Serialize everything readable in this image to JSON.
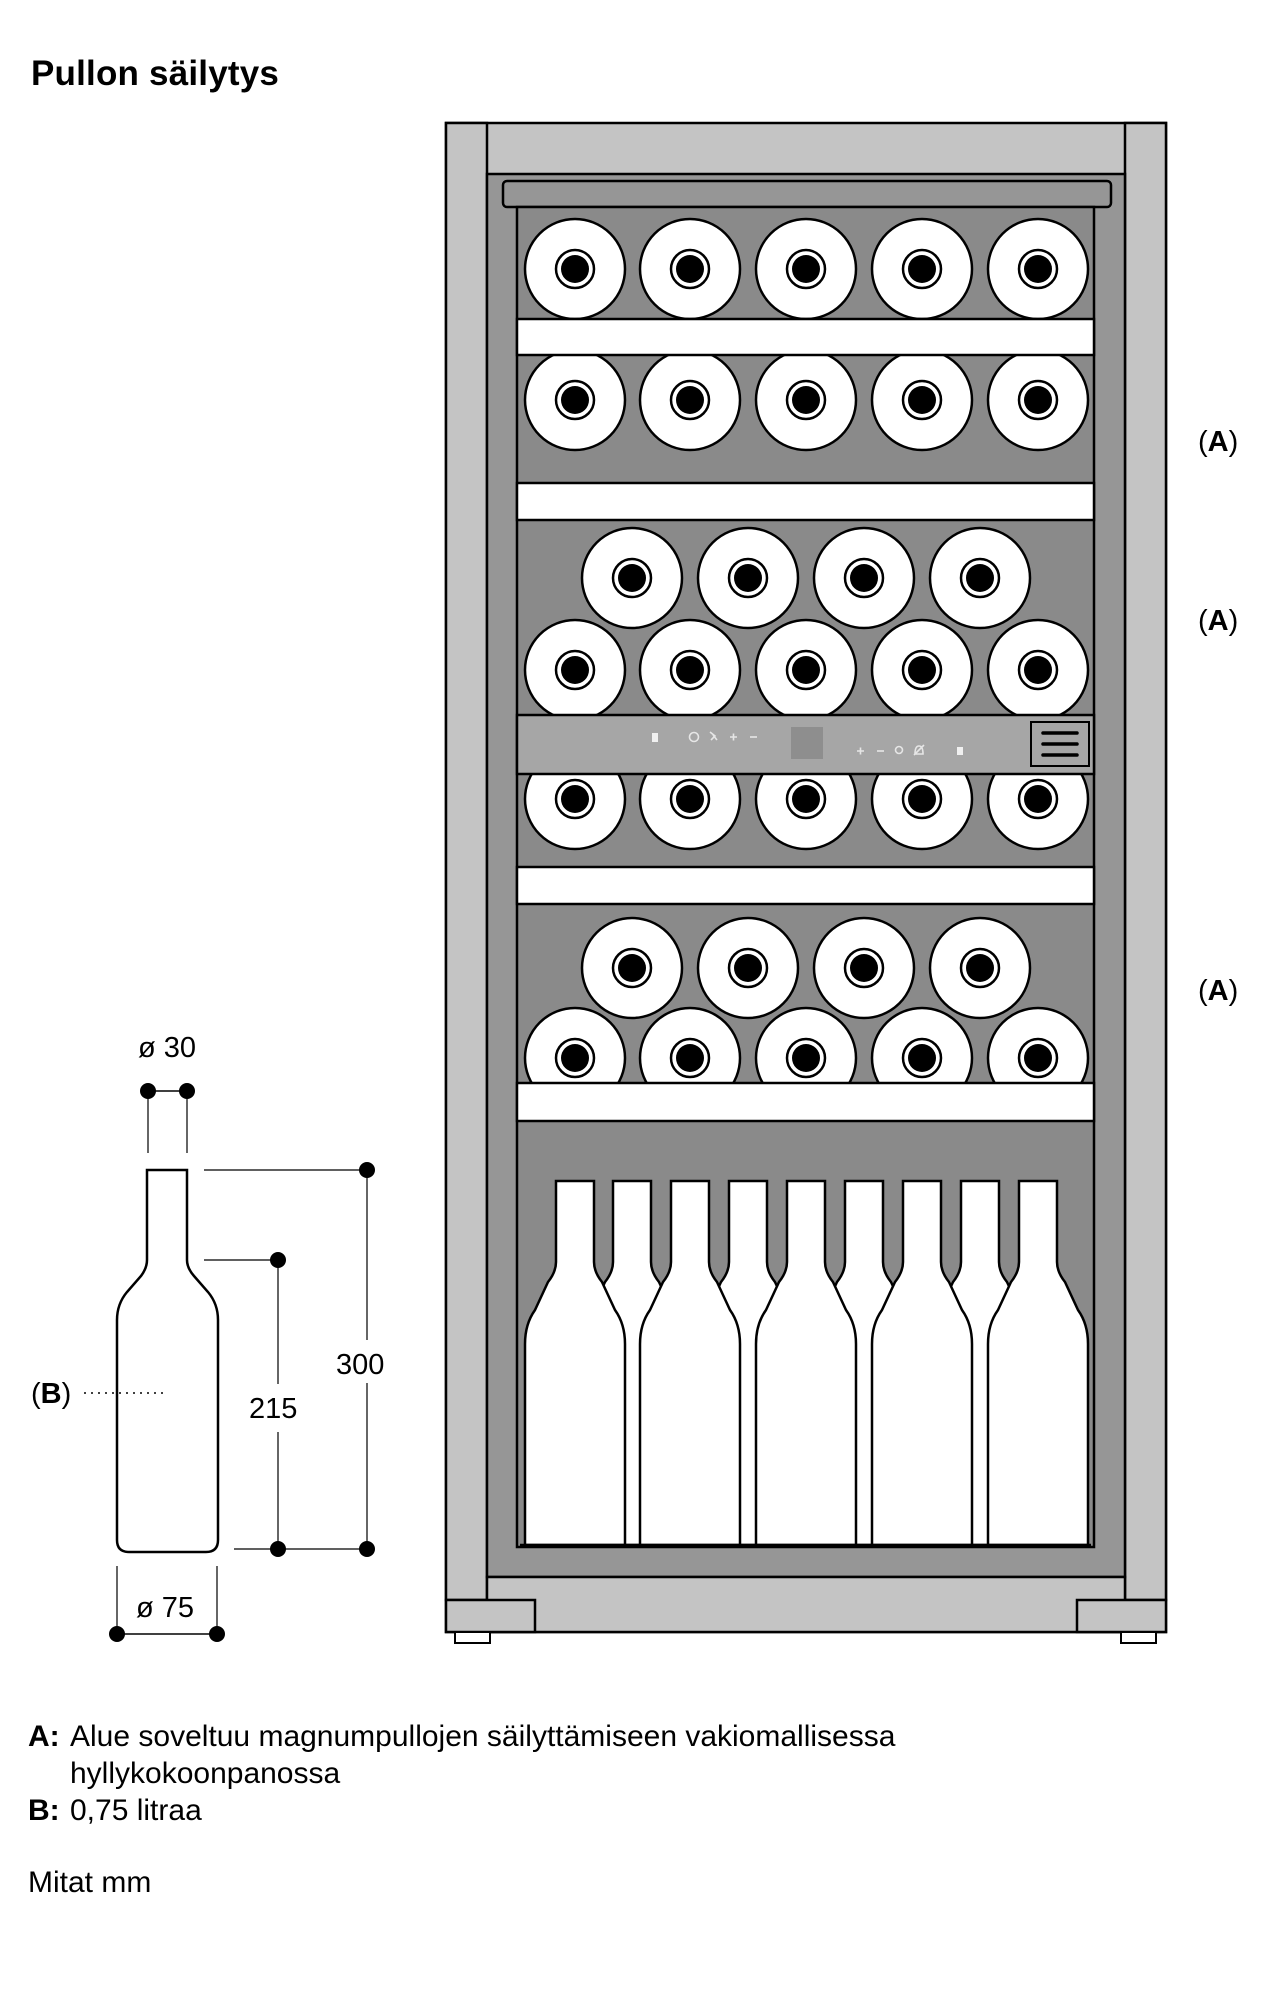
{
  "title": "Pullon säilytys",
  "colors": {
    "cabinet_light": "#c4c4c4",
    "cabinet_mid": "#969696",
    "cavity": "#8a8a8a",
    "panel": "#a6a6a6",
    "shelf": "#ffffff",
    "outline": "#000000"
  },
  "callouts": [
    {
      "label": "(A)",
      "letter": "A"
    },
    {
      "label": "(A)",
      "letter": "A"
    },
    {
      "label": "(A)",
      "letter": "A"
    }
  ],
  "fridge": {
    "racks": [
      {
        "type": "single-row",
        "bottles": 5
      },
      {
        "type": "single-row",
        "bottles": 5
      },
      {
        "type": "stacked",
        "top_row": 4,
        "bottom_row": 5
      },
      {
        "type": "control-panel"
      },
      {
        "type": "single-row",
        "bottles": 5
      },
      {
        "type": "stacked",
        "top_row": 4,
        "bottom_row": 5
      },
      {
        "type": "upright",
        "front": 5,
        "back": 4
      }
    ],
    "control_panel_icons": [
      "door-icon",
      "power-icon",
      "fan-icon",
      "plus-icon",
      "minus-icon",
      "display",
      "plus-icon",
      "minus-icon",
      "light-icon",
      "alarm-off-icon",
      "lock-icon",
      "menu-icon"
    ]
  },
  "bottle_dimensions": {
    "neck_diameter": "ø 30",
    "body_diameter": "ø 75",
    "total_height": "300",
    "shoulder_height": "215",
    "label_b": "(B)"
  },
  "notes": [
    {
      "key": "A:",
      "text": "Alue soveltuu magnumpullojen säilyttämiseen vakiomallisessa hyllykokoonpanossa"
    },
    {
      "key": "B:",
      "text": "0,75 litraa"
    }
  ],
  "units": "Mitat mm"
}
